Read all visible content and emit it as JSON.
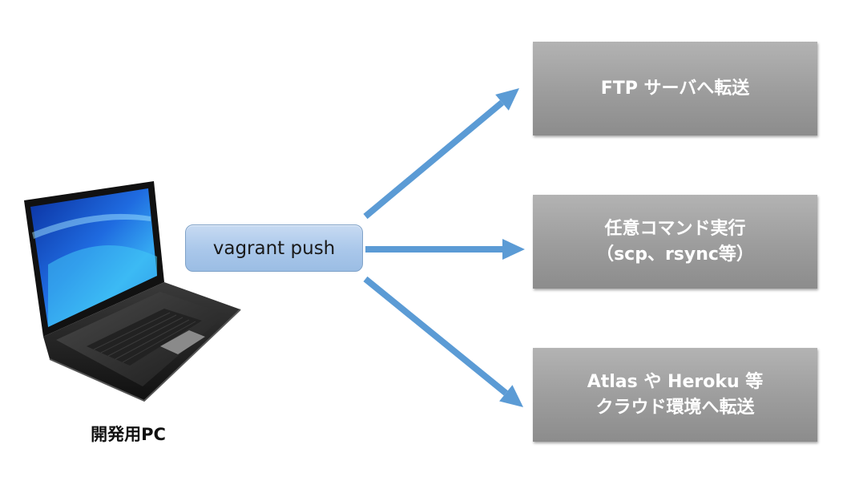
{
  "source": {
    "label": "開発用PC",
    "icon": "laptop-icon"
  },
  "command": {
    "label": "vagrant push"
  },
  "destinations": [
    {
      "lines": [
        "FTP サーバへ転送"
      ]
    },
    {
      "lines": [
        "任意コマンド実行",
        "（scp、rsync等）"
      ]
    },
    {
      "lines": [
        "Atlas や Heroku 等",
        "クラウド環境へ転送"
      ]
    }
  ],
  "colors": {
    "arrow": "#5b9bd5",
    "command_fill": "#a9c7ea",
    "destination_fill": "#9e9e9e",
    "destination_text": "#ffffff"
  }
}
